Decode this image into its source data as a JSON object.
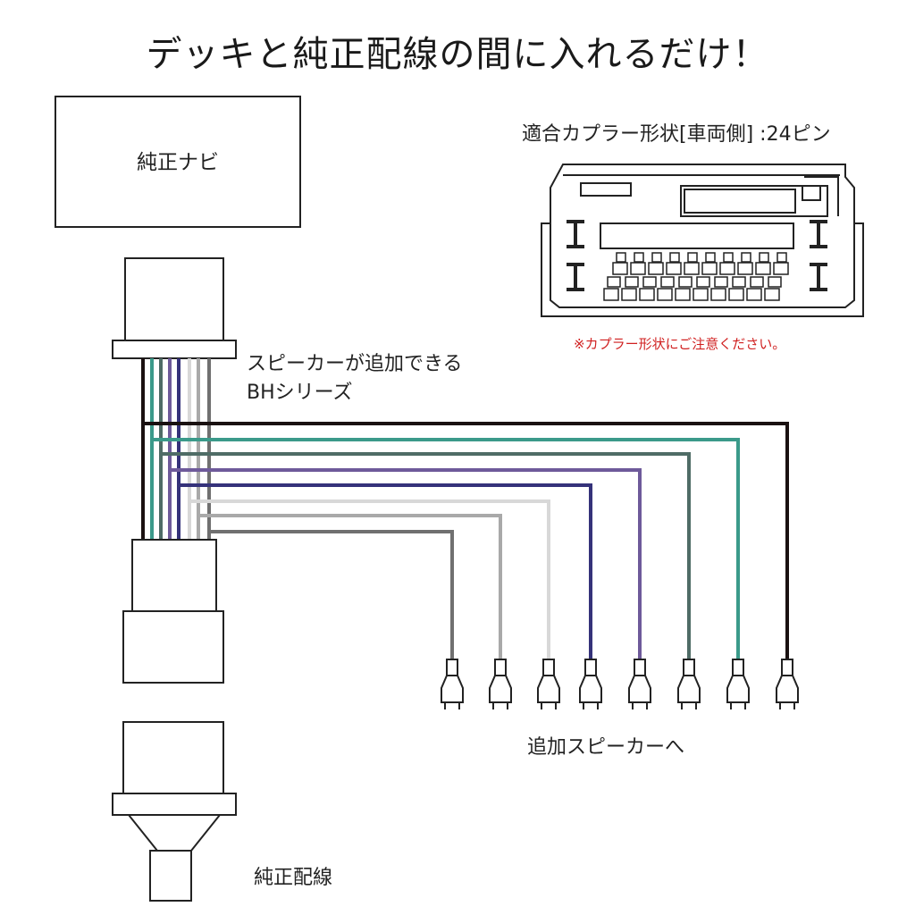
{
  "title": "デッキと純正配線の間に入れるだけ！",
  "navi": {
    "label": "純正ナビ"
  },
  "coupler": {
    "caption": "適合カプラー形状[車両側] :24ピン",
    "note": "※カプラー形状にご注意ください。"
  },
  "harness": {
    "line1": "スピーカーが追加できる",
    "line2": "BHシリーズ"
  },
  "speakers": {
    "label": "追加スピーカーへ"
  },
  "oem_wiring": {
    "label": "純正配線"
  },
  "wire_colors": {
    "black": "#1a1111",
    "teal": "#3b9a8a",
    "dark_teal": "#4f6c66",
    "purple": "#6e5a9a",
    "navy": "#35327a",
    "white_gray": "#d8d8d8",
    "light_gray": "#a9a9a9",
    "gray": "#707070"
  },
  "accent_red": "#d02020"
}
